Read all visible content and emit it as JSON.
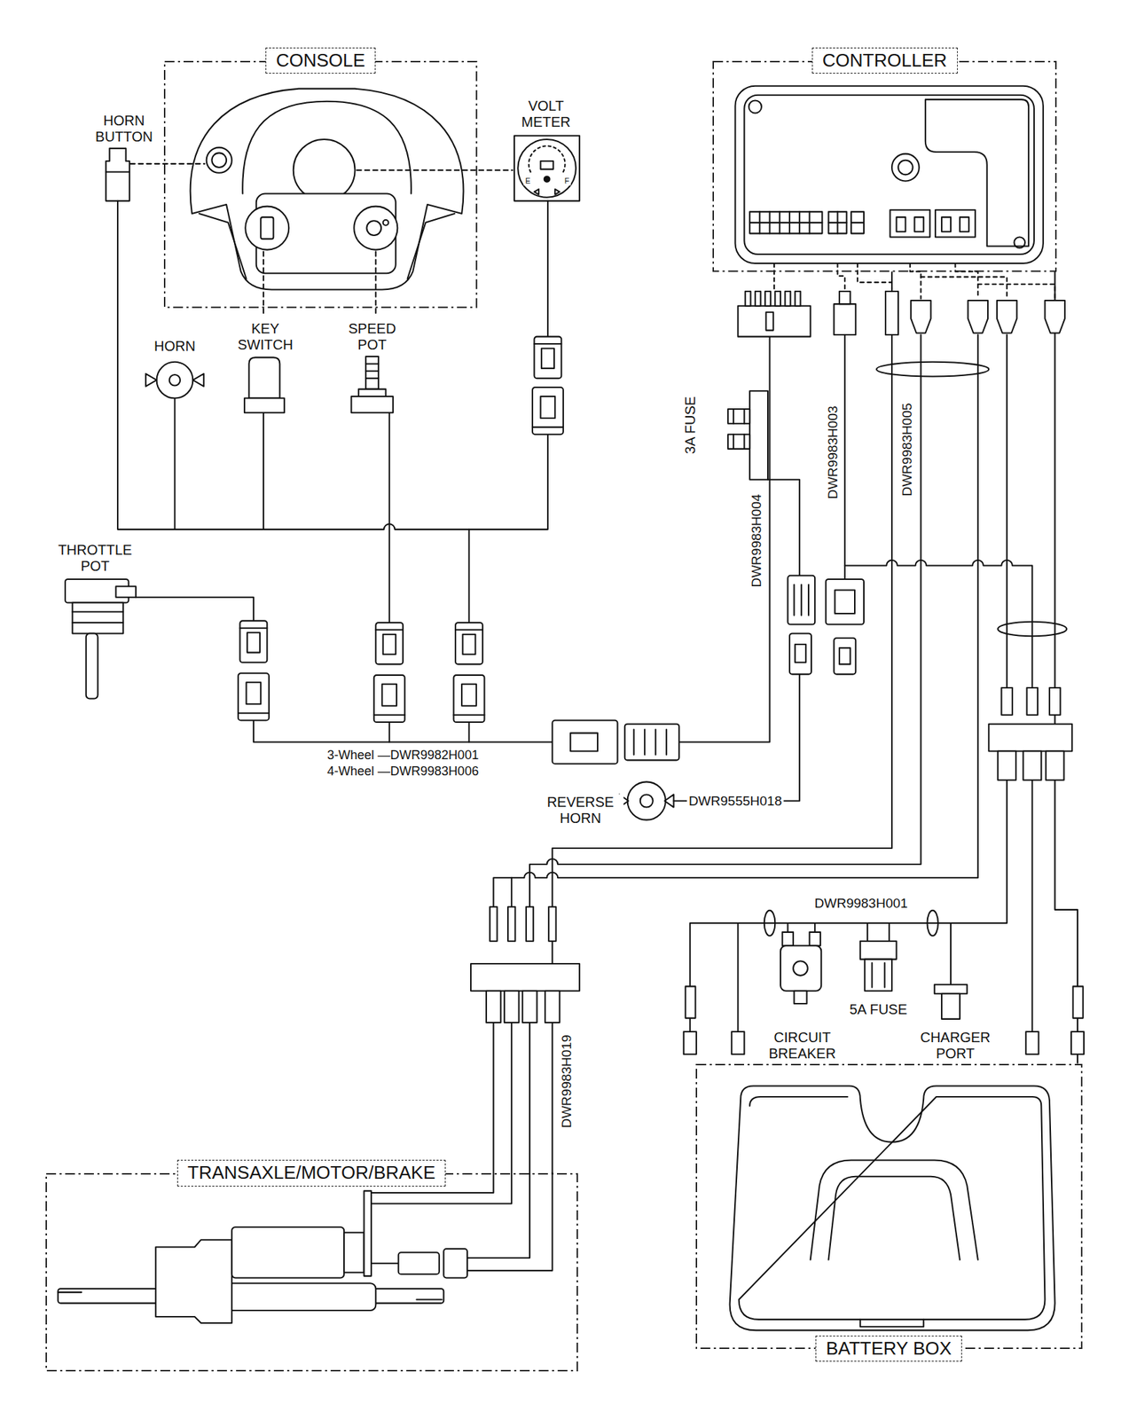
{
  "diagram": {
    "nodes": [
      {
        "text": [
          "CONSOLE"
        ]
      },
      {
        "text": [
          "CONTROLLER"
        ]
      },
      {
        "text": [
          "TRANSAXLE/MOTOR/BRAKE"
        ]
      },
      {
        "text": [
          "BATTERY BOX"
        ]
      }
    ],
    "edges": [
      {
        "from": 1,
        "to": 2,
        "arrow": "none"
      },
      {
        "from": 1,
        "to": 3,
        "arrow": "none"
      }
    ],
    "labels": [
      "HORN BUTTON",
      "VOLT METER",
      "E",
      "F",
      "HORN",
      "KEY SWITCH",
      "SPEED POT",
      "THROTTLE POT",
      "3A FUSE",
      "DWR9983H004",
      "DWR9983H003",
      "DWR9983H005",
      "3-Wheel —DWR9982H001",
      "4-Wheel —DWR9983H006",
      "REVERSE HORN",
      "DWR9555H018",
      "DWR9983H001",
      "CIRCUIT BREAKER",
      "5A FUSE",
      "CHARGER PORT",
      "DWR9983H019"
    ]
  }
}
